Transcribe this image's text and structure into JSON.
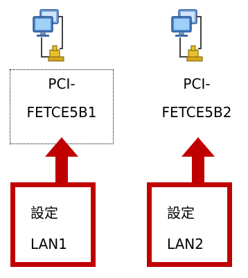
{
  "adapters": [
    {
      "label_line1": "PCI-",
      "label_line2": "FETCE5B1",
      "selected": true,
      "icon": "network-adapter-icon"
    },
    {
      "label_line1": "PCI-",
      "label_line2": "FETCE5B2",
      "selected": false,
      "icon": "network-adapter-icon"
    }
  ],
  "annotations": [
    {
      "line1": "設定",
      "line2": "LAN1"
    },
    {
      "line1": "設定",
      "line2": "LAN2"
    }
  ],
  "colors": {
    "annotation_red": "#c00000",
    "arrow_red": "#c00000"
  }
}
